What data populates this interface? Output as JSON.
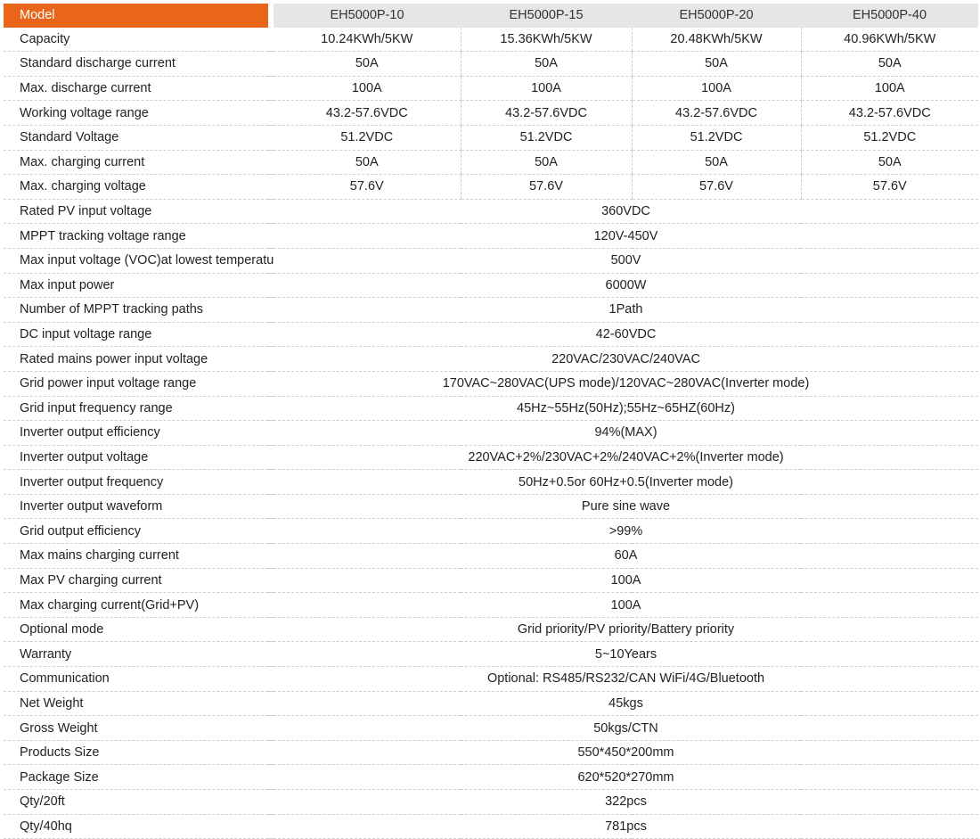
{
  "header": {
    "model_label": "Model",
    "models": [
      "EH5000P-10",
      "EH5000P-15",
      "EH5000P-20",
      "EH5000P-40"
    ]
  },
  "per_model_rows": [
    {
      "label": "Capacity",
      "values": [
        "10.24KWh/5KW",
        "15.36KWh/5KW",
        "20.48KWh/5KW",
        "40.96KWh/5KW"
      ]
    },
    {
      "label": "Standard discharge current",
      "values": [
        "50A",
        "50A",
        "50A",
        "50A"
      ]
    },
    {
      "label": "Max. discharge current",
      "values": [
        "100A",
        "100A",
        "100A",
        "100A"
      ]
    },
    {
      "label": "Working voltage range",
      "values": [
        "43.2-57.6VDC",
        "43.2-57.6VDC",
        "43.2-57.6VDC",
        "43.2-57.6VDC"
      ]
    },
    {
      "label": "Standard Voltage",
      "values": [
        "51.2VDC",
        "51.2VDC",
        "51.2VDC",
        "51.2VDC"
      ]
    },
    {
      "label": "Max. charging current",
      "values": [
        "50A",
        "50A",
        "50A",
        "50A"
      ]
    },
    {
      "label": "Max. charging voltage",
      "values": [
        "57.6V",
        "57.6V",
        "57.6V",
        "57.6V"
      ]
    }
  ],
  "shared_rows": [
    {
      "label": "Rated PV input voltage",
      "value": "360VDC"
    },
    {
      "label": "MPPT tracking voltage range",
      "value": "120V-450V"
    },
    {
      "label": "Max input voltage (VOC)at lowest temperature",
      "value": "500V"
    },
    {
      "label": "Max input power",
      "value": "6000W"
    },
    {
      "label": "Number of MPPT tracking paths",
      "value": "1Path"
    },
    {
      "label": "DC input voltage range",
      "value": "42-60VDC"
    },
    {
      "label": "Rated mains power input voltage",
      "value": "220VAC/230VAC/240VAC"
    },
    {
      "label": "Grid power input voltage range",
      "value": "170VAC~280VAC(UPS mode)/120VAC~280VAC(Inverter mode)"
    },
    {
      "label": "Grid input frequency range",
      "value": "45Hz~55Hz(50Hz);55Hz~65HZ(60Hz)"
    },
    {
      "label": "Inverter output efficiency",
      "value": "94%(MAX)"
    },
    {
      "label": "Inverter output voltage",
      "value": "220VAC+2%/230VAC+2%/240VAC+2%(Inverter mode)"
    },
    {
      "label": "Inverter output frequency",
      "value": "50Hz+0.5or 60Hz+0.5(Inverter mode)"
    },
    {
      "label": "Inverter output waveform",
      "value": "Pure sine wave"
    },
    {
      "label": "Grid output efficiency",
      "value": ">99%"
    },
    {
      "label": "Max mains charging current",
      "value": "60A"
    },
    {
      "label": "Max PV charging current",
      "value": "100A"
    },
    {
      "label": "Max charging current(Grid+PV)",
      "value": "100A"
    },
    {
      "label": "Optional mode",
      "value": "Grid priority/PV priority/Battery priority"
    },
    {
      "label": "Warranty",
      "value": "5~10Years"
    },
    {
      "label": "Communication",
      "value": "Optional: RS485/RS232/CAN WiFi/4G/Bluetooth"
    },
    {
      "label": "Net Weight",
      "value": "45kgs"
    },
    {
      "label": "Gross Weight",
      "value": "50kgs/CTN"
    },
    {
      "label": "Products Size",
      "value": "550*450*200mm"
    },
    {
      "label": "Package Size",
      "value": "620*520*270mm"
    },
    {
      "label": "Qty/20ft",
      "value": "322pcs"
    },
    {
      "label": "Qty/40hq",
      "value": "781pcs"
    }
  ],
  "colors": {
    "model_header_bg": "#e8651a",
    "column_header_bg": "#e6e6e6",
    "row_divider": "#cfcfcf"
  }
}
